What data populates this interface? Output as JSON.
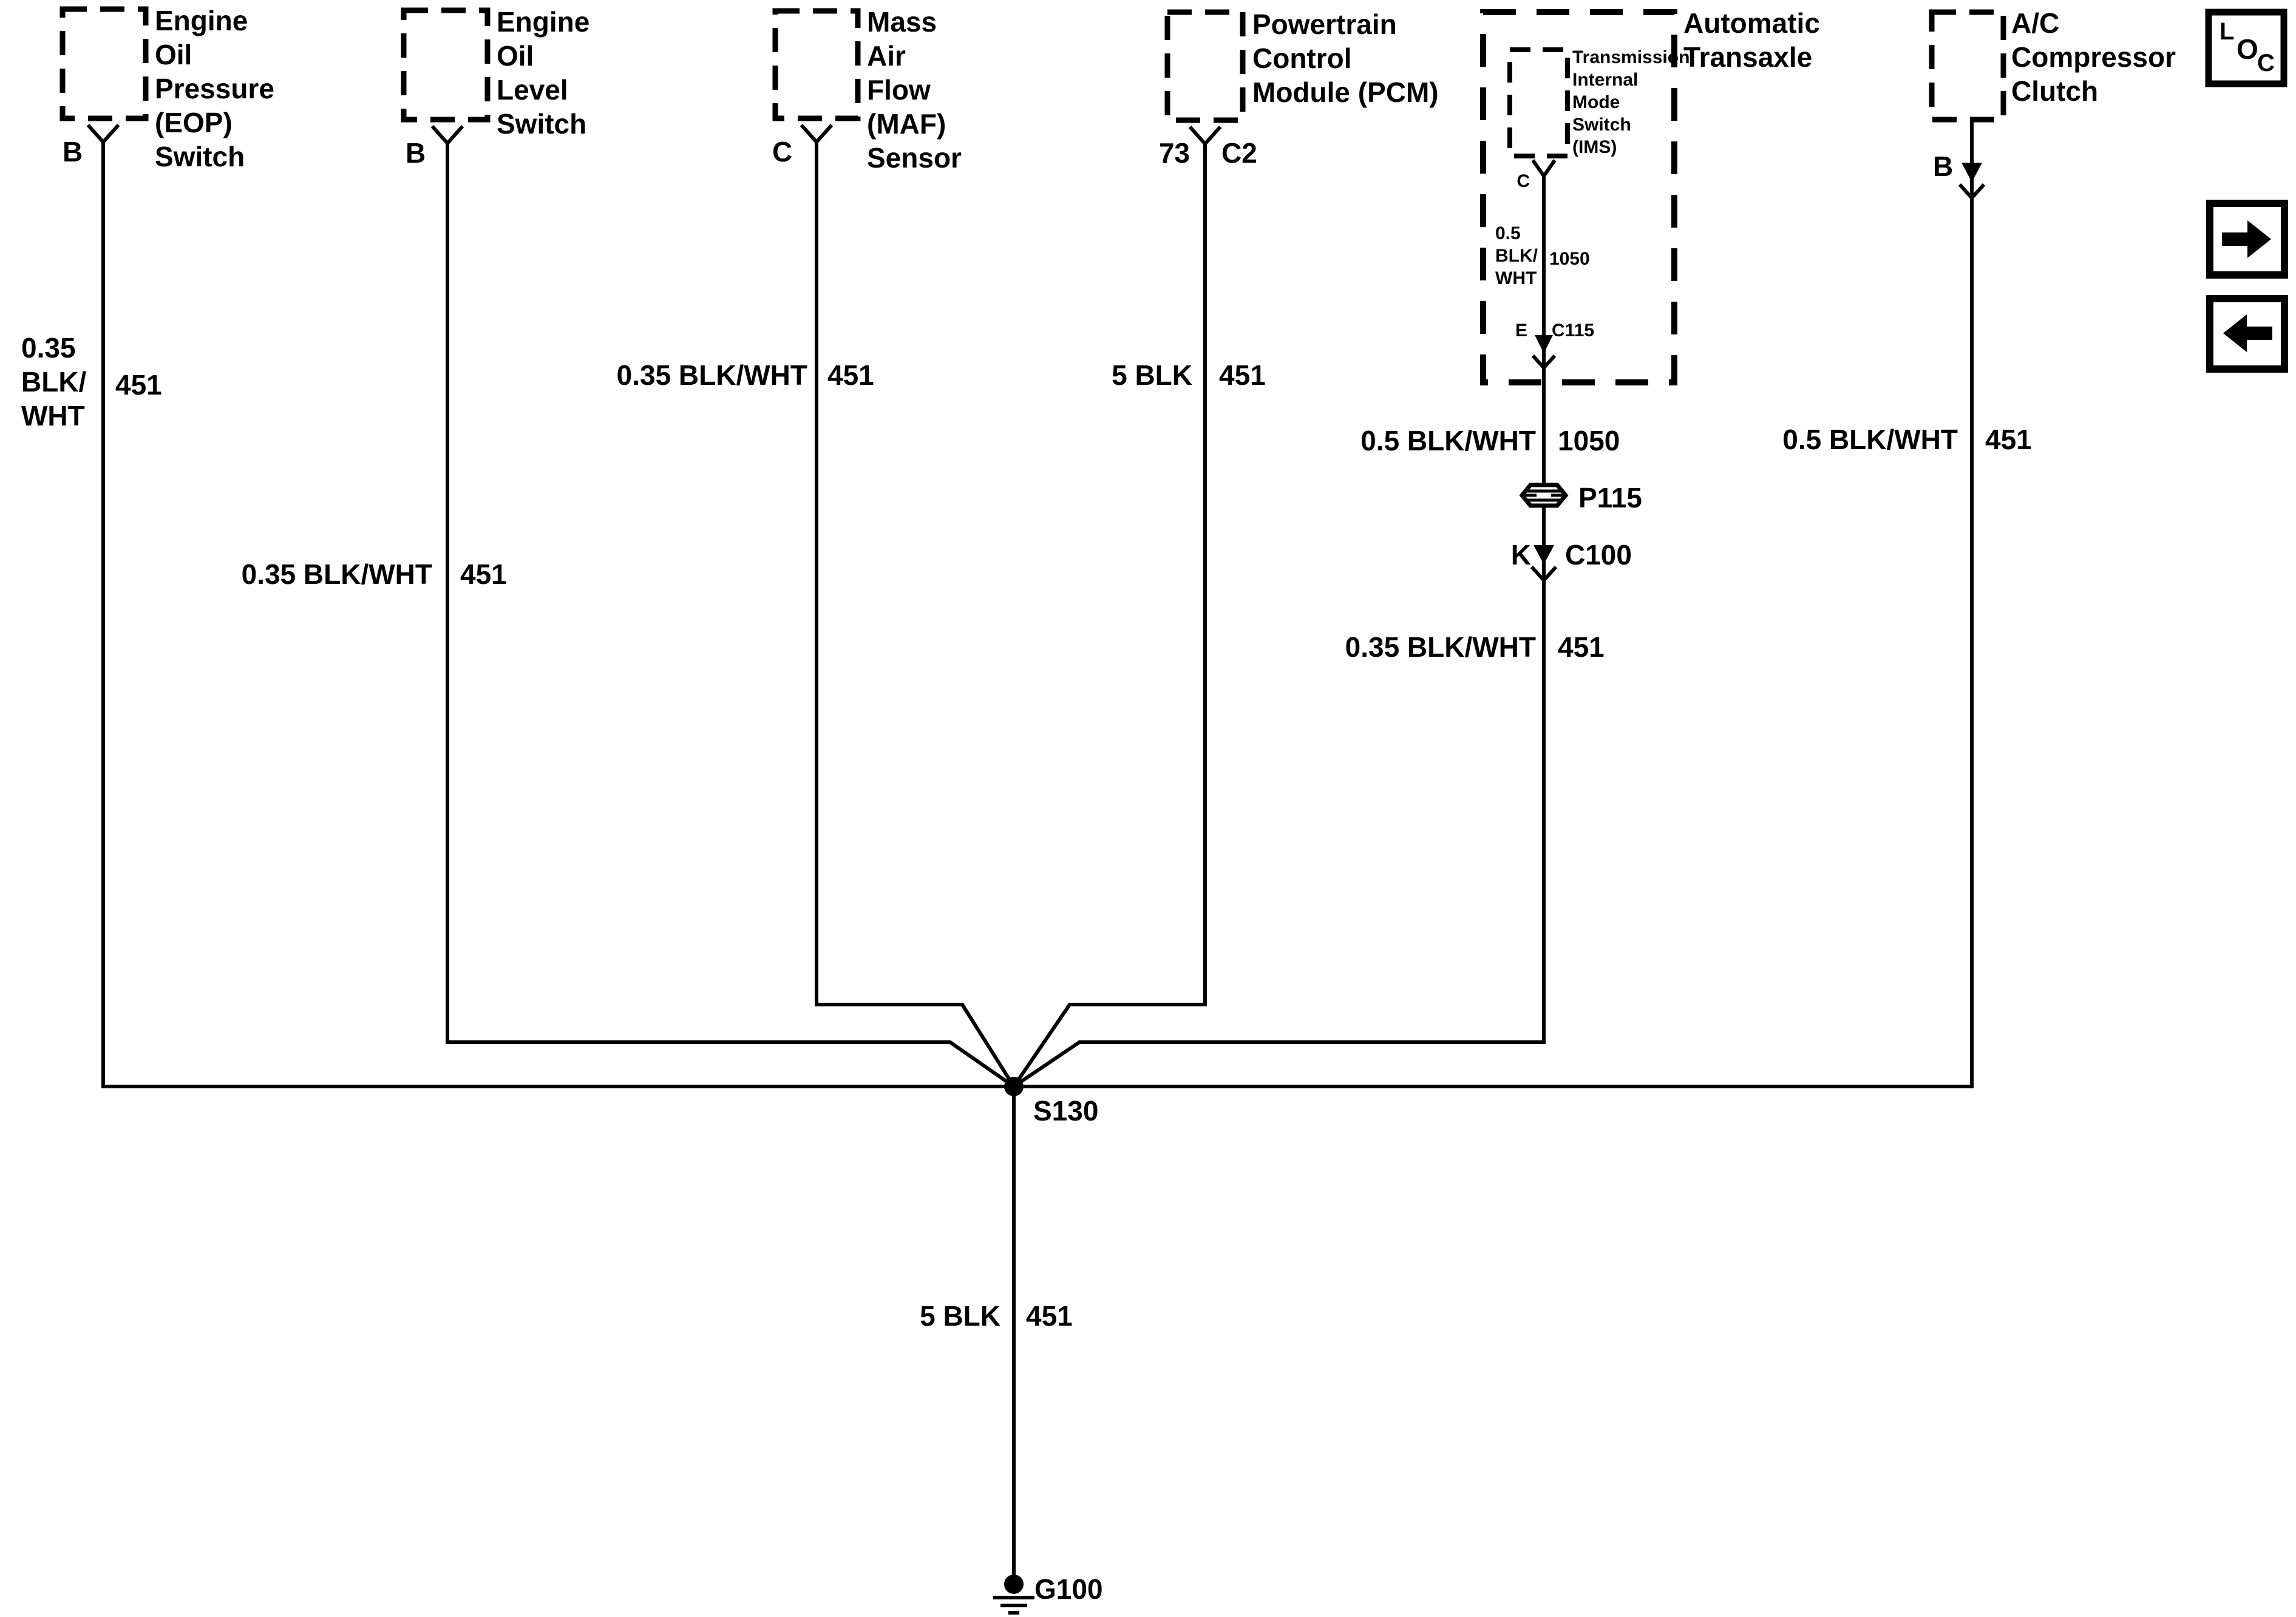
{
  "components": {
    "eop": {
      "label": "Engine\nOil\nPressure\n(EOP)\nSwitch",
      "pin": "B"
    },
    "oil_level": {
      "label": "Engine\nOil\nLevel\nSwitch",
      "pin": "B"
    },
    "maf": {
      "label": "Mass\nAir\nFlow\n(MAF)\nSensor",
      "pin": "C"
    },
    "pcm": {
      "label": "Powertrain\nControl\nModule (PCM)",
      "pin": "73",
      "pin_connector": "C2"
    },
    "transaxle": {
      "label": "Automatic\nTransaxle",
      "ims_label": "Transmission\nInternal\nMode\nSwitch\n(IMS)",
      "ims_pin": "C"
    },
    "ac_clutch": {
      "label": "A/C\nCompressor\nClutch",
      "pin": "B"
    }
  },
  "wires": {
    "eop": {
      "spec": "0.35\nBLK/\nWHT",
      "circuit": "451"
    },
    "oil_level": {
      "spec": "0.35 BLK/WHT",
      "circuit": "451"
    },
    "maf": {
      "spec": "0.35 BLK/WHT",
      "circuit": "451"
    },
    "pcm": {
      "spec": "5 BLK",
      "circuit": "451"
    },
    "ims_internal": {
      "spec": "0.5\nBLK/\nWHT",
      "circuit": "1050"
    },
    "ims": {
      "spec": "0.5 BLK/WHT",
      "circuit": "1050"
    },
    "ims_lower": {
      "spec": "0.35 BLK/WHT",
      "circuit": "451"
    },
    "ac_clutch": {
      "spec": "0.5 BLK/WHT",
      "circuit": "451"
    },
    "ground": {
      "spec": "5 BLK",
      "circuit": "451"
    }
  },
  "connectors": {
    "c115": {
      "pin": "E",
      "name": "C115"
    },
    "p115": {
      "name": "P115"
    },
    "c100": {
      "pin": "K",
      "name": "C100"
    }
  },
  "splice": {
    "name": "S130"
  },
  "ground": {
    "name": "G100"
  },
  "loc_badge": {
    "l": "L",
    "o": "O",
    "c": "C"
  },
  "colors": {
    "line": "#000000",
    "background": "#ffffff"
  }
}
